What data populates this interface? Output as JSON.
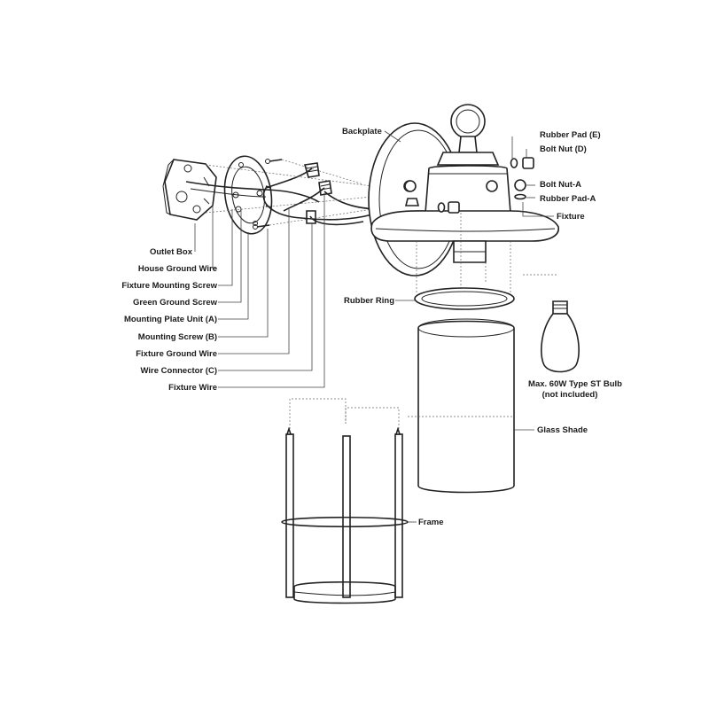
{
  "labels": {
    "backplate": "Backplate",
    "rubber_pad_e": "Rubber Pad (E)",
    "bolt_nut_d": "Bolt Nut (D)",
    "bolt_nut_a": "Bolt Nut-A",
    "rubber_pad_a": "Rubber Pad-A",
    "fixture": "Fixture",
    "outlet_box": "Outlet Box",
    "house_ground_wire": "House Ground Wire",
    "fixture_mounting_screw": "Fixture Mounting Screw",
    "green_ground_screw": "Green Ground Screw",
    "mounting_plate_unit": "Mounting Plate Unit (A)",
    "mounting_screw_b": "Mounting Screw (B)",
    "fixture_ground_wire": "Fixture Ground Wire",
    "wire_connector_c": "Wire Connector (C)",
    "fixture_wire": "Fixture Wire",
    "rubber_ring": "Rubber Ring",
    "bulb_line1": "Max. 60W Type ST Bulb",
    "bulb_line2": "(not included)",
    "glass_shade": "Glass Shade",
    "frame": "Frame"
  }
}
